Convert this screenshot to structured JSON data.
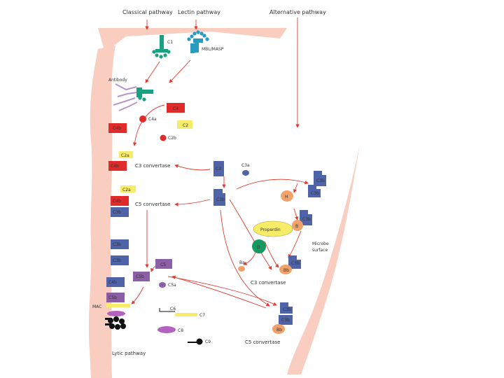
{
  "pathways": {
    "classical": "Classical pathway",
    "lectin": "Lectin pathway",
    "alternative": "Alternative pathway",
    "lytic": "Lytic pathway"
  },
  "labels": {
    "c1": "C1",
    "mbl_masp": "MBL/MASP",
    "antibody": "Antibody",
    "c4": "C4",
    "c4a": "C4a",
    "c2": "C2",
    "c2b": "C2b",
    "c4b": "C4b",
    "c2a": "C2a",
    "c3_convertase_left": "C3 convertase",
    "c3": "C3",
    "c3a": "C3a",
    "c3b": "C3b",
    "c5_convertase_left": "C5 convertase",
    "c5": "C5",
    "c5b": "C5b",
    "c5a": "C5a",
    "mac": "MAC",
    "c6": "C6",
    "c7": "C7",
    "c8": "C8",
    "c9": "C9",
    "properdin": "Properdin",
    "h": "H",
    "b": "B",
    "d": "D",
    "ba": "Ba",
    "bb": "Bb",
    "microbe_surface": "Microbe\nsurface",
    "c3_convertase_right": "C3 convertase",
    "c5_convertase_right": "C5 convertase"
  },
  "colors": {
    "membrane": "#f9cdbf",
    "arrow": "#e03b2f",
    "c4_red": "#e12a2a",
    "c2_yellow": "#f6ec67",
    "c3_blue": "#4e63a8",
    "c5_purple": "#8b5ea6",
    "c1_green": "#1aa083",
    "mbl_teal": "#2a9bc0",
    "antibody_lilac": "#b497c9",
    "factor_orange": "#f1a26a",
    "properdin_yellow": "#f6ec67",
    "d_green": "#169a60",
    "c8_purple": "#b462c0",
    "c9_black": "#111111"
  }
}
